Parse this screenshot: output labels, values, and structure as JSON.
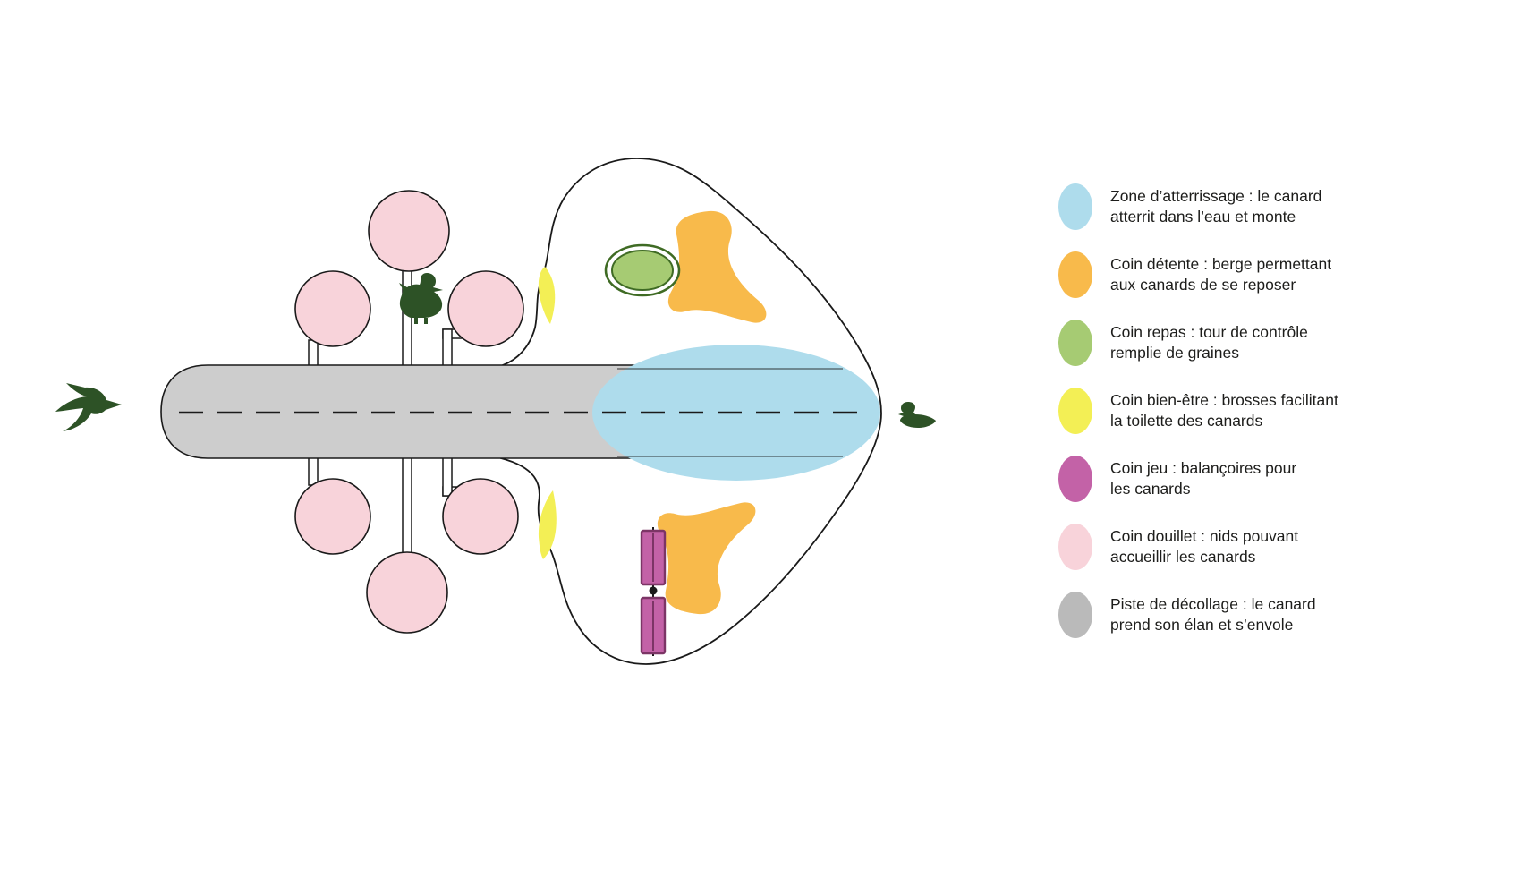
{
  "palette": {
    "blue": "#aedcec",
    "orange": "#f8ba4b",
    "green": "#a6cb73",
    "green_dark": "#3f6b24",
    "yellow": "#f3ef55",
    "magenta": "#c362a7",
    "magenta_dark": "#7c3566",
    "pink": "#f8d3da",
    "gray": "#cdcdcd",
    "duck": "#2d5226",
    "outline": "#1a1a1a",
    "white": "#ffffff"
  },
  "legend": {
    "items": [
      {
        "id": "landing-zone",
        "color": "#aedcec",
        "text": "Zone d’atterrissage : le canard\natterrit dans l’eau et monte"
      },
      {
        "id": "rest-area",
        "color": "#f8ba4b",
        "text": "Coin détente : berge permettant\naux canards de se reposer"
      },
      {
        "id": "food-area",
        "color": "#a6cb73",
        "text": "Coin repas : tour de contrôle\nremplie de graines"
      },
      {
        "id": "grooming-area",
        "color": "#f3ef55",
        "text": "Coin bien-être : brosses facilitant\nla toilette des canards"
      },
      {
        "id": "play-area",
        "color": "#c362a7",
        "text": "Coin jeu : balançoires pour\nles canards"
      },
      {
        "id": "nest-area",
        "color": "#f8d3da",
        "text": "Coin douillet : nids pouvant\naccueillir les canards"
      },
      {
        "id": "runway",
        "color": "#bababa",
        "text": "Piste de décollage : le canard\nprend son élan et s’envole"
      }
    ]
  },
  "diagram": {
    "icons": [
      "flying-duck-icon",
      "standing-duck-icon",
      "swimming-duck-icon"
    ]
  }
}
